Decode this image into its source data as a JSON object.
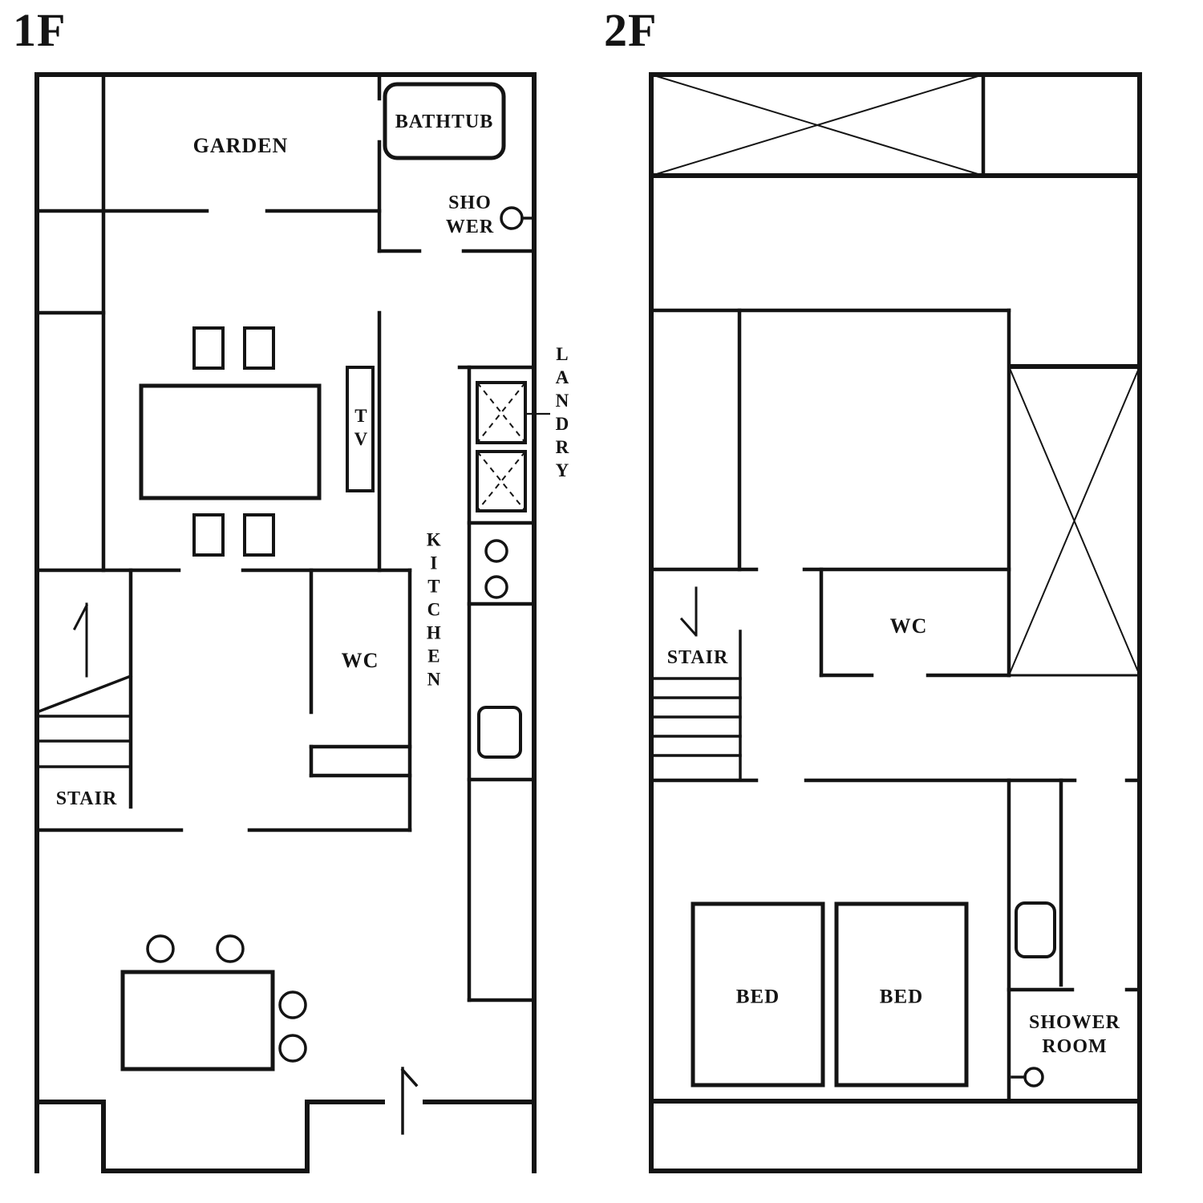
{
  "floor1": {
    "title": "1F",
    "labels": {
      "garden": "GARDEN",
      "bathtub": "BATHTUB",
      "shower_line1": "SHO",
      "shower_line2": "WER",
      "tv": "TV",
      "landry": "LANDRY",
      "kitchen": "KITCHEN",
      "wc": "WC",
      "stair": "STAIR"
    }
  },
  "floor2": {
    "title": "2F",
    "labels": {
      "stair": "STAIR",
      "wc": "WC",
      "bed_left": "BED",
      "bed_right": "BED",
      "shower_room_line1": "SHOWER",
      "shower_room_line2": "ROOM"
    }
  },
  "colors": {
    "wall": "#141414",
    "background": "#ffffff"
  }
}
